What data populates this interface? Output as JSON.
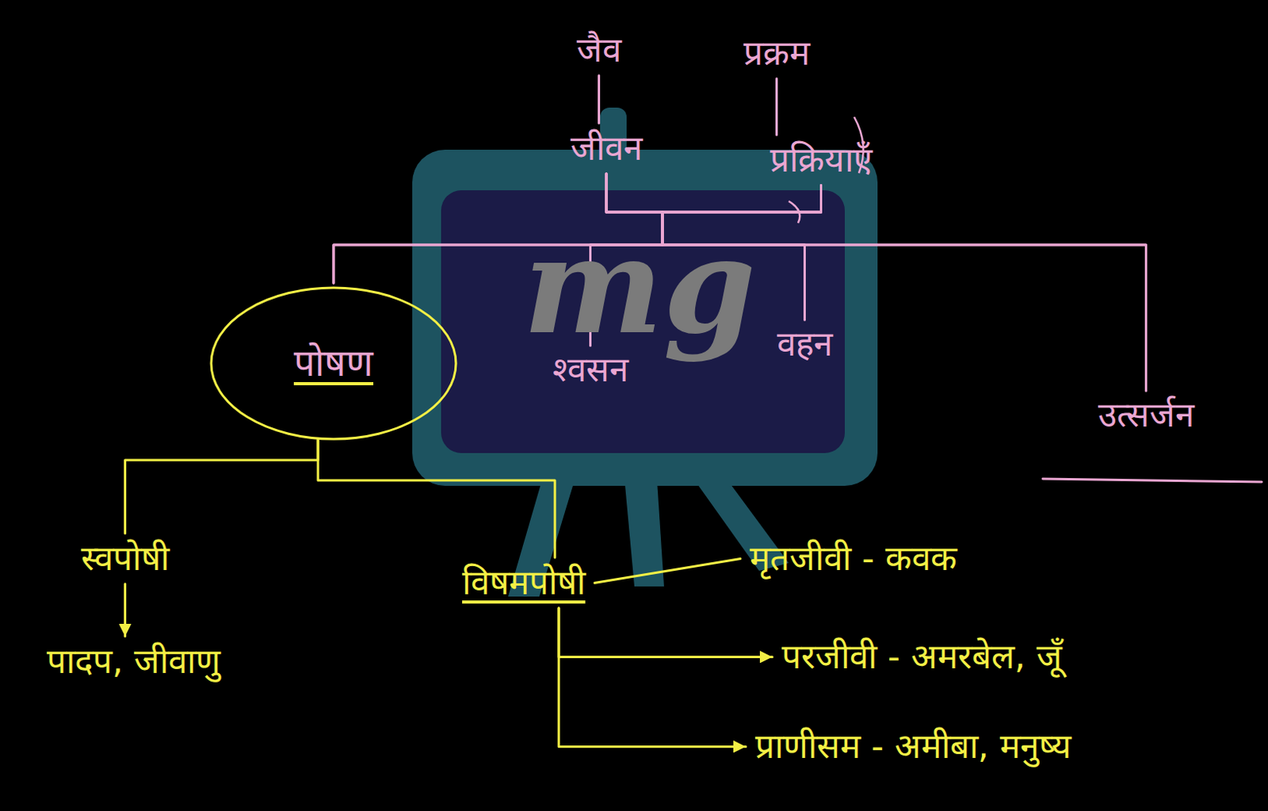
{
  "diagram": {
    "nodes": [
      {
        "text": [
          "जैव"
        ]
      },
      {
        "text": [
          "प्रक्रम"
        ]
      },
      {
        "text": [
          "जीवन"
        ]
      },
      {
        "text": [
          "प्रक्रियाएँ"
        ]
      },
      {
        "text": [
          "पोषण"
        ]
      },
      {
        "text": [
          "श्वसन"
        ]
      },
      {
        "text": [
          "वहन"
        ]
      },
      {
        "text": [
          "उत्सर्जन"
        ]
      },
      {
        "text": [
          "स्वपोषी"
        ]
      },
      {
        "text": [
          "पादप, जीवाणु"
        ]
      },
      {
        "text": [
          "विषमपोषी"
        ]
      },
      {
        "text": [
          "मृतजीवी - कवक"
        ]
      },
      {
        "text": [
          "परजीवी - अमरबेल, जूँ"
        ]
      },
      {
        "text": [
          "प्राणीसम - अमीबा, मनुष्य"
        ]
      }
    ],
    "edges": [
      {
        "from": 0,
        "to": 2,
        "arrow": "none"
      },
      {
        "from": 1,
        "to": 3,
        "arrow": "none"
      },
      {
        "from": 2,
        "to": 4,
        "arrow": "none"
      },
      {
        "from": 2,
        "to": 5,
        "arrow": "none"
      },
      {
        "from": 2,
        "to": 6,
        "arrow": "none"
      },
      {
        "from": 2,
        "to": 7,
        "arrow": "none"
      },
      {
        "from": 3,
        "to": 4,
        "arrow": "none"
      },
      {
        "from": 3,
        "to": 5,
        "arrow": "none"
      },
      {
        "from": 3,
        "to": 6,
        "arrow": "none"
      },
      {
        "from": 3,
        "to": 7,
        "arrow": "none"
      },
      {
        "from": 4,
        "to": 8,
        "arrow": "none"
      },
      {
        "from": 4,
        "to": 10,
        "arrow": "none"
      },
      {
        "from": 8,
        "to": 9,
        "arrow": "to"
      },
      {
        "from": 10,
        "to": 11,
        "arrow": "none"
      },
      {
        "from": 10,
        "to": 12,
        "arrow": "to"
      },
      {
        "from": 10,
        "to": 13,
        "arrow": "to"
      }
    ],
    "labels": [
      "mg"
    ]
  }
}
